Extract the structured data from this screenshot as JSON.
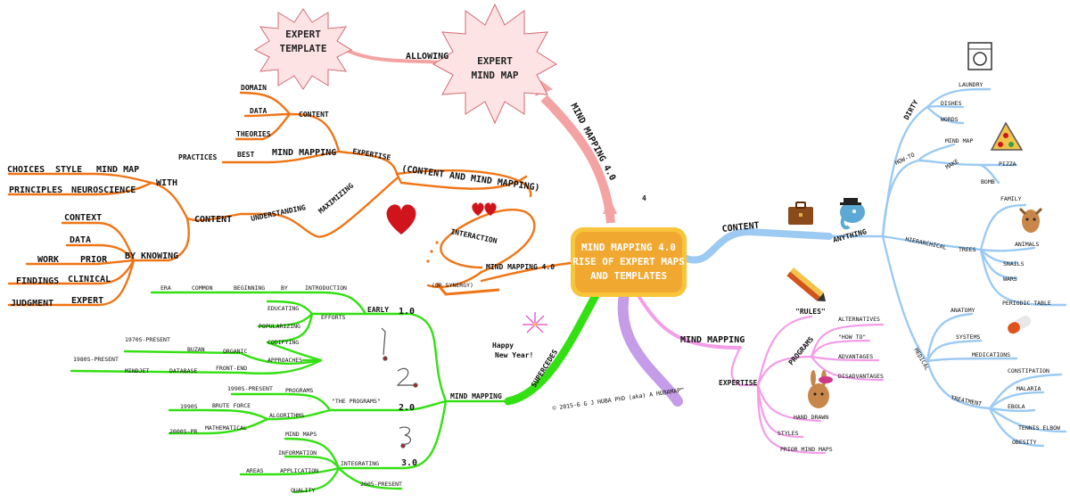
{
  "center": {
    "line1": "MIND MAPPING 4.0",
    "line2": "RISE OF EXPERT MAPS",
    "line3": "AND TEMPLATES"
  },
  "credit": "© 2015-6 G J HUBA PhD (aka) A HUBAMAP™",
  "big_numeral": "4",
  "top": {
    "expert_mind_map": [
      "EXPERT",
      "MIND MAP"
    ],
    "expert_template": [
      "EXPERT",
      "TEMPLATE"
    ],
    "allowing": "ALLOWING",
    "mm40_vertical": "MIND MAPPING 4.0"
  },
  "orange": {
    "content_top": "CONTENT",
    "domain": "DOMAIN",
    "data_top": "DATA",
    "theories": "THEORIES",
    "expertise": "EXPERTISE",
    "practices": "PRACTICES",
    "best": "BEST",
    "mind_mapping": "MIND MAPPING",
    "content_and_mm": "(CONTENT AND MIND MAPPING)",
    "maximizing": "MAXIMIZING",
    "understanding": "UNDERSTANDING",
    "content_mid": "CONTENT",
    "with": "WITH",
    "choices": "CHOICES",
    "style": "STYLE",
    "mind_map": "MIND MAP",
    "principles": "PRINCIPLES",
    "neuroscience": "NEUROSCIENCE",
    "by_knowing": "BY KNOWING",
    "context": "CONTEXT",
    "data_low": "DATA",
    "work": "WORK",
    "prior": "PRIOR",
    "findings": "FINDINGS",
    "clinical": "CLINICAL",
    "judgment": "JUDGMENT",
    "expert": "EXPERT",
    "interaction": "INTERACTION",
    "mm40": "MIND MAPPING 4.0",
    "or_synergy": "(OR SYNERGY)"
  },
  "green": {
    "supercedes": "SUPERCEDES",
    "mind_mapping": "MIND MAPPING",
    "v10": "1.0",
    "early": "EARLY",
    "introduction": "INTRODUCTION",
    "by": "BY",
    "beginning": "BEGINNING",
    "common": "COMMON",
    "era": "ERA",
    "efforts": "EFFORTS",
    "educating": "EDUCATING",
    "popularizing": "POPULARIZING",
    "codifying": "CODIFYING",
    "approaches": "APPROACHES",
    "organic": "ORGANIC",
    "buzan": "BUZAN",
    "present_1970": "1970S-PRESENT",
    "front_end": "FRONT-END",
    "database": "DATABASE",
    "mindjet": "MINDJET",
    "present_1980": "1980S-PRESENT",
    "v20": "2.0",
    "the_programs": "\"THE PROGRAMS\"",
    "programs": "PROGRAMS",
    "present_1990": "1990S-PRESENT",
    "algorithms": "ALGORITHMS",
    "brute_force": "BRUTE FORCE",
    "y1990s": "1990S",
    "mathematical": "MATHEMATICAL",
    "y2000s_pr": "2000S-PR",
    "v30": "3.0",
    "integrating": "INTEGRATING",
    "mind_maps": "MIND MAPS",
    "information": "INFORMATION",
    "application": "APPLICATION",
    "areas": "AREAS",
    "quality": "QUALITY",
    "present_2005": "2005-PRESENT",
    "happy": "Happy",
    "new_year": "New Year!"
  },
  "pink": {
    "mind_mapping": "MIND MAPPING",
    "expertise": "EXPERTISE",
    "rules": "\"RULES\"",
    "programs": "PROGRAMS",
    "alternatives": "ALTERNATIVES",
    "how_to": "\"HOW TO\"",
    "advantages": "ADVANTAGES",
    "disadvantages": "DISADVANTAGES",
    "hand_drawn": "HAND DRAWN",
    "styles": "STYLES",
    "prior_mind_maps": "PRIOR MIND MAPS"
  },
  "blue": {
    "content": "CONTENT",
    "anything": "ANYTHING",
    "dirty": "DIRTY",
    "laundry": "LAUNDRY",
    "dishes": "DISHES",
    "words": "WORDS",
    "how_to": "HOW-TO",
    "mind_map": "MIND MAP",
    "make": "MAKE",
    "pizza": "PIZZA",
    "bomb": "BOMB",
    "hierarchical": "HIERARCHICAL",
    "trees": "TREES",
    "family": "FAMILY",
    "animals": "ANIMALS",
    "snails": "SNAILS",
    "wars": "WARS",
    "periodic_table": "PERIODIC TABLE",
    "medical": "MEDICAL",
    "anatomy": "ANATOMY",
    "systems": "SYSTEMS",
    "medications": "MEDICATIONS",
    "treatment": "TREATMENT",
    "constipation": "CONSTIPATION",
    "malaria": "MALARIA",
    "ebola": "EBOLA",
    "tennis_elbow": "TENNIS ELBOW",
    "obesity": "OBESITY"
  },
  "colors": {
    "orange": "#f07415",
    "green": "#33e012",
    "blue": "#9ccaf3",
    "pink": "#f49ce8",
    "purple": "#c59ce8",
    "center_fill": "#f0a830",
    "center_border": "#f7c43a",
    "star_fill": "#fde3e4",
    "star_stroke": "#d36b72",
    "arrow": "#f4a3a3",
    "numeral": "#c4141c"
  },
  "icons": [
    "heart-icon",
    "two-hearts-icon",
    "briefcase-icon",
    "elephant-icon",
    "washing-machine-icon",
    "pizza-icon",
    "moose-icon",
    "rabbit-icon",
    "pill-icon",
    "pencils-icon",
    "fireworks-icon"
  ]
}
